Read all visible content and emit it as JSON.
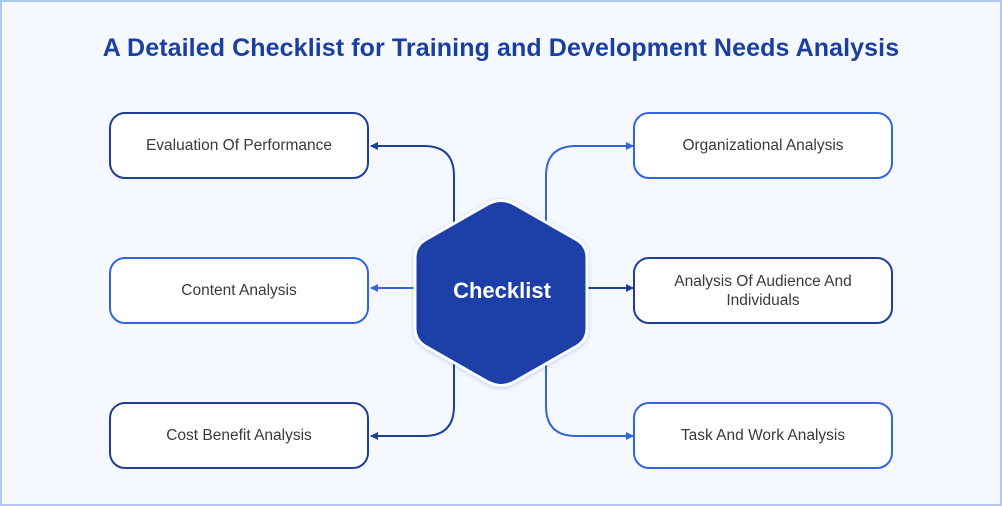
{
  "title": "A Detailed Checklist for Training and Development Needs Analysis",
  "center": {
    "label": "Checklist",
    "shape": "hexagon",
    "fill": "#1b3fa8"
  },
  "left_items": [
    {
      "label": "Evaluation Of Performance",
      "border": "#1e3f95"
    },
    {
      "label": "Content Analysis",
      "border": "#3366dd"
    },
    {
      "label": "Cost Benefit Analysis",
      "border": "#1e3f95"
    }
  ],
  "right_items": [
    {
      "label": "Organizational Analysis",
      "border": "#3366dd"
    },
    {
      "label": "Analysis Of Audience And Individuals",
      "border": "#1e3f95"
    },
    {
      "label": "Task And Work Analysis",
      "border": "#3366dd"
    }
  ],
  "colors": {
    "background": "#f5f9ff",
    "frame_border": "#adc8f5",
    "title": "#1b3fa0",
    "dark_connector": "#1e3f95",
    "light_connector": "#3366dd",
    "box_text": "#3a3a3a"
  }
}
